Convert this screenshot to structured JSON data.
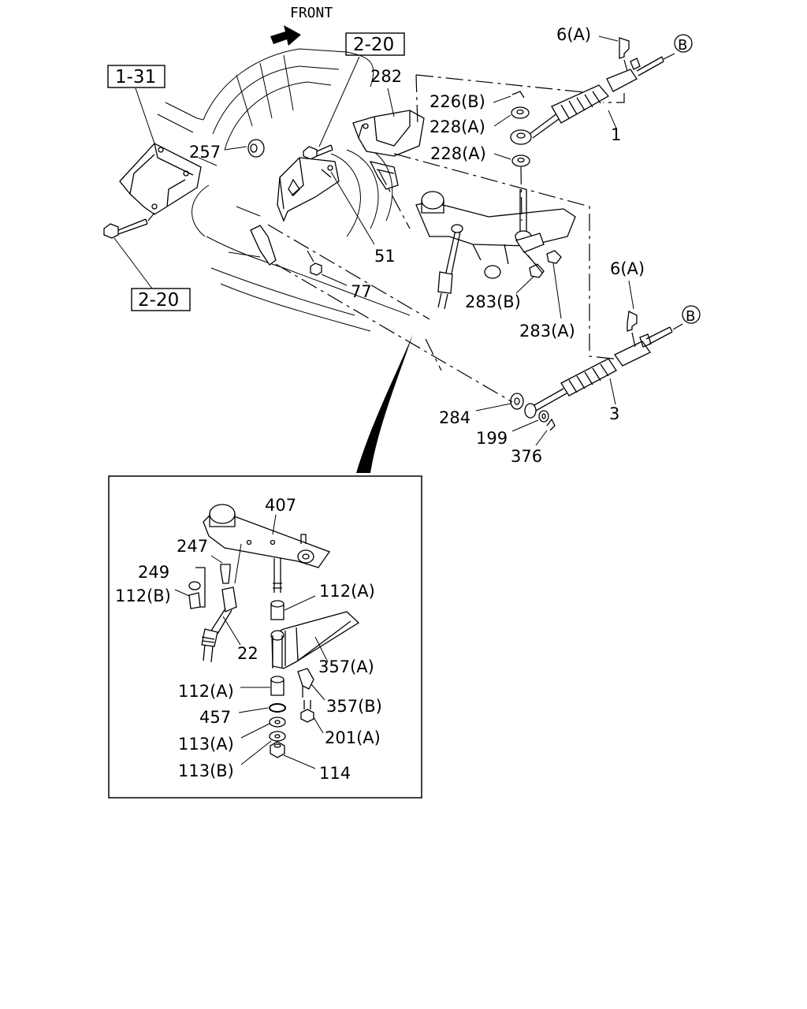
{
  "header": {
    "front_label": "FRONT"
  },
  "refs": {
    "r_1_31": "1-31",
    "r_2_20_top": "2-20",
    "r_2_20_left": "2-20"
  },
  "labels": {
    "p6a_top": "6(A)",
    "p_b_top": "B",
    "p282": "282",
    "p226b": "226(B)",
    "p228a_1": "228(A)",
    "p228a_2": "228(A)",
    "p1": "1",
    "p257": "257",
    "p51": "51",
    "p77": "77",
    "p283b": "283(B)",
    "p283a": "283(A)",
    "p6a_mid": "6(A)",
    "p_b_mid": "B",
    "p3": "3",
    "p284": "284",
    "p199": "199",
    "p376": "376"
  },
  "inset": {
    "p407": "407",
    "p247": "247",
    "p249": "249",
    "p112b": "112(B)",
    "p112a_1": "112(A)",
    "p22": "22",
    "p357a": "357(A)",
    "p112a_2": "112(A)",
    "p357b": "357(B)",
    "p457": "457",
    "p201a": "201(A)",
    "p113a": "113(A)",
    "p113b": "113(B)",
    "p114": "114"
  }
}
